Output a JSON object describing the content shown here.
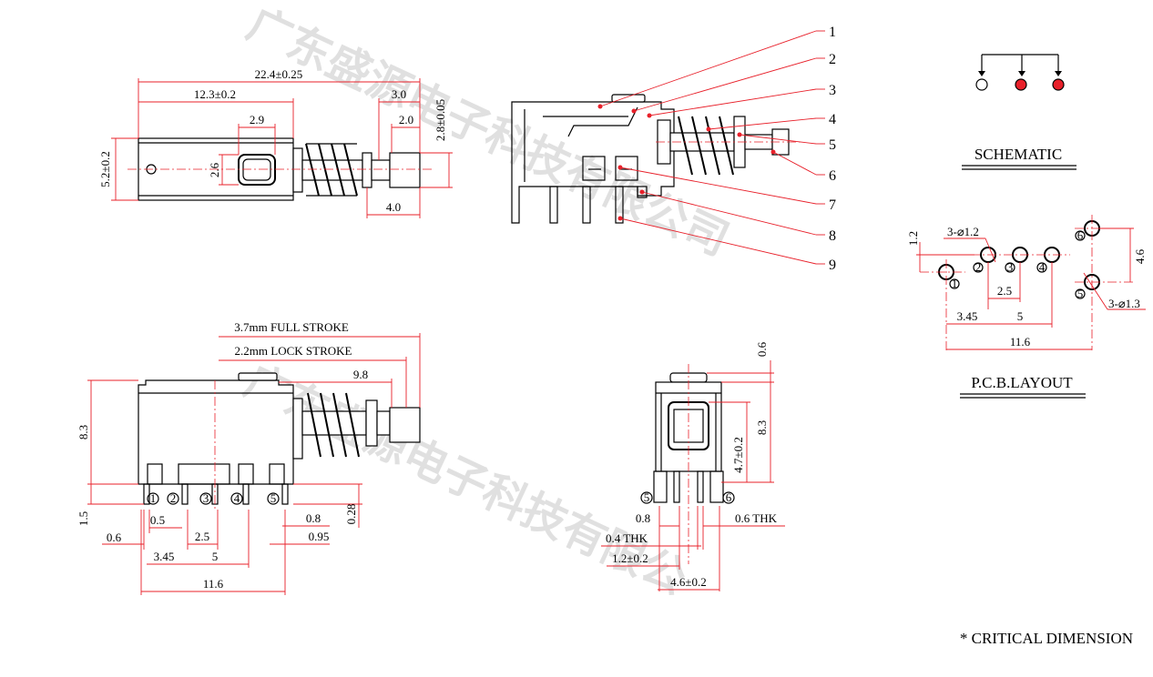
{
  "watermark": {
    "text_top": "广东盛源电子科技有限公司",
    "text_bottom": "广东盛源电子科技有限公"
  },
  "top_view": {
    "overall_length": "22.4±0.25",
    "body_length": "12.3±0.2",
    "window_width": "2.9",
    "window_height": "2.6",
    "body_height": "5.2±0.2",
    "dim_3_0": "3.0",
    "dim_2_0": "2.0",
    "dim_4_0": "4.0",
    "plunger_height": "2.8±0.05"
  },
  "side_view": {
    "full_stroke": "3.7mm FULL STROKE",
    "lock_stroke": "2.2mm LOCK STROKE",
    "dim_9_8": "9.8",
    "height": "8.3",
    "pin_height": "1.5",
    "pin_width": "0.5",
    "offset": "0.6",
    "pitch_2_5": "2.5",
    "pitch_3_45": "3.45",
    "pitch_5": "5",
    "span": "11.6",
    "dim_0_8": "0.8",
    "dim_0_95": "0.95",
    "dim_0_28": "0.28",
    "pins": [
      "1",
      "2",
      "3",
      "4",
      "5"
    ]
  },
  "front_view": {
    "top_gap": "0.6",
    "height": "8.3",
    "inner_height": "4.7±0.2",
    "dim_0_8": "0.8",
    "thk_0_6": "0.6 THK",
    "thk_0_4": "0.4 THK",
    "dim_1_2": "1.2±0.2",
    "dim_4_6": "4.6±0.2",
    "pins": [
      "5",
      "6"
    ]
  },
  "callouts": [
    "1",
    "2",
    "3",
    "4",
    "5",
    "6",
    "7",
    "8",
    "9"
  ],
  "schematic": {
    "title": "SCHEMATIC"
  },
  "pcb_layout": {
    "title": "P.C.B.LAYOUT",
    "hole_small": "3-⌀1.2",
    "hole_large": "3-⌀1.3",
    "dim_1_2": "1.2",
    "dim_4_6": "4.6",
    "dim_2_5": "2.5",
    "dim_3_45": "3.45",
    "dim_5": "5",
    "dim_11_6": "11.6",
    "pads": [
      "1",
      "2",
      "3",
      "4",
      "5",
      "6"
    ]
  },
  "footnote": "* CRITICAL  DIMENSION",
  "colors": {
    "dimension_red": "#e8202a",
    "outline_black": "#000000",
    "watermark_gray": "#c8c8c8"
  }
}
